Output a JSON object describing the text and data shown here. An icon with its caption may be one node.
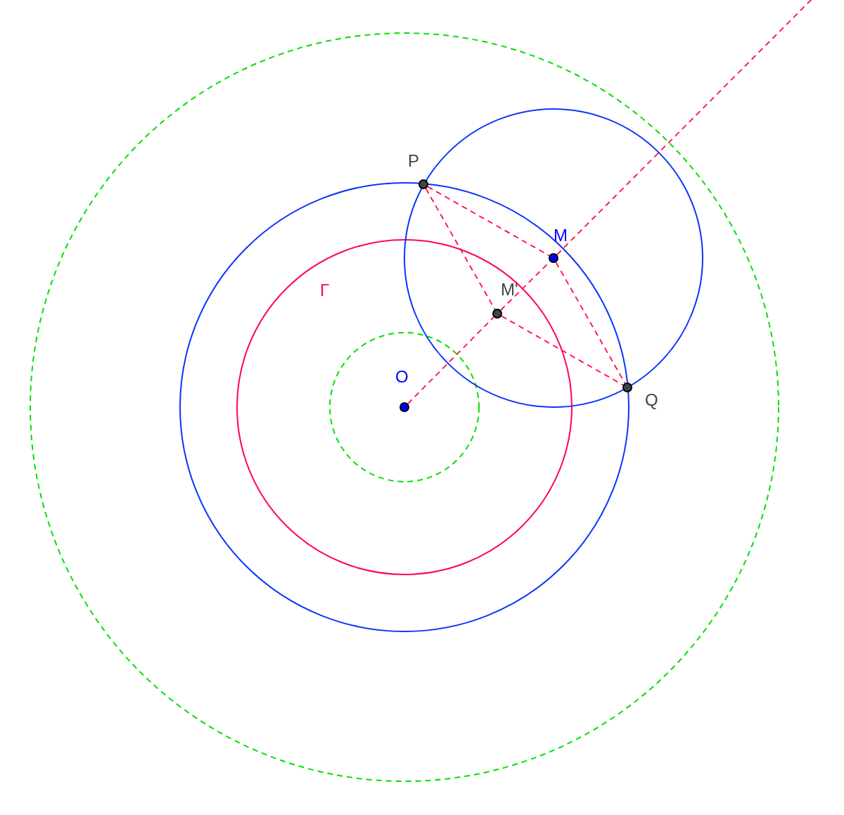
{
  "diagram": {
    "nodes": [
      {
        "text": [
          "P"
        ]
      },
      {
        "text": [
          "M"
        ]
      },
      {
        "text": [
          "M'"
        ]
      },
      {
        "text": [
          "O"
        ]
      },
      {
        "text": [
          "Q"
        ]
      }
    ],
    "edges": [
      {
        "from": 0,
        "to": 1,
        "arrow": "none",
        "style": "dashed"
      },
      {
        "from": 0,
        "to": 2,
        "arrow": "none",
        "style": "dashed"
      },
      {
        "from": 1,
        "to": 4,
        "arrow": "none",
        "style": "dashed"
      },
      {
        "from": 2,
        "to": 4,
        "arrow": "none",
        "style": "dashed"
      },
      {
        "from": 3,
        "to": 2,
        "arrow": "none",
        "style": "dashed"
      },
      {
        "from": 2,
        "to": 1,
        "arrow": "none",
        "style": "dashed"
      },
      {
        "from": 1,
        "to": null,
        "arrow": "none",
        "style": "dashed"
      }
    ],
    "labels": [
      "Γ"
    ]
  }
}
